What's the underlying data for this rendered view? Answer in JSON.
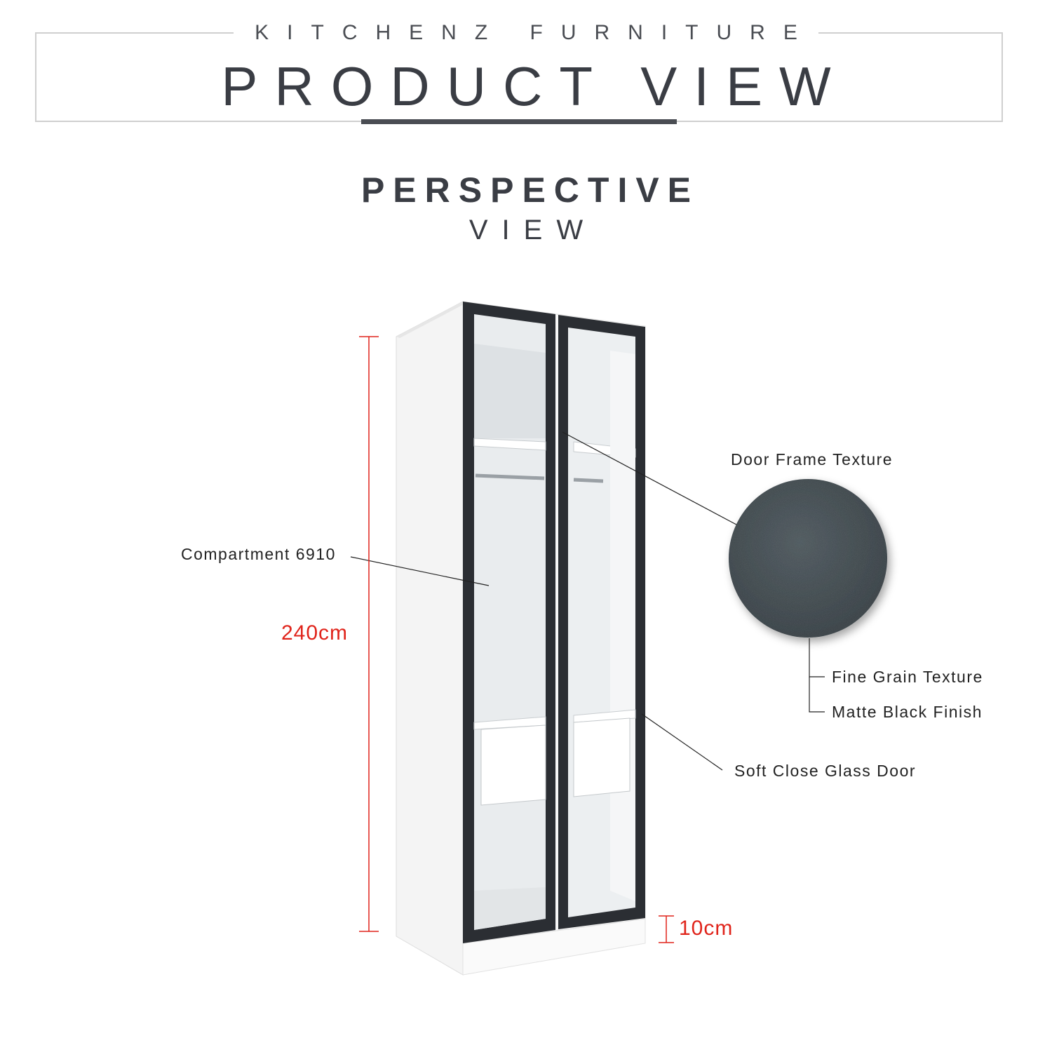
{
  "header": {
    "brand": "KITCHENZ FURNITURE",
    "title": "PRODUCT VIEW"
  },
  "section": {
    "title": "PERSPECTIVE",
    "subtitle": "VIEW"
  },
  "annotations": {
    "compartment": "Compartment 6910",
    "door_frame": "Door Frame Texture",
    "fine_grain": "Fine Grain Texture",
    "matte_black": "Matte Black Finish",
    "glass_door": "Soft Close Glass Door"
  },
  "dimensions": {
    "height": "240cm",
    "plinth": "10cm"
  },
  "colors": {
    "text": "#3a3d44",
    "dimension": "#e0241b",
    "frame": "#2b2e33",
    "swatch": "#3d474d"
  }
}
